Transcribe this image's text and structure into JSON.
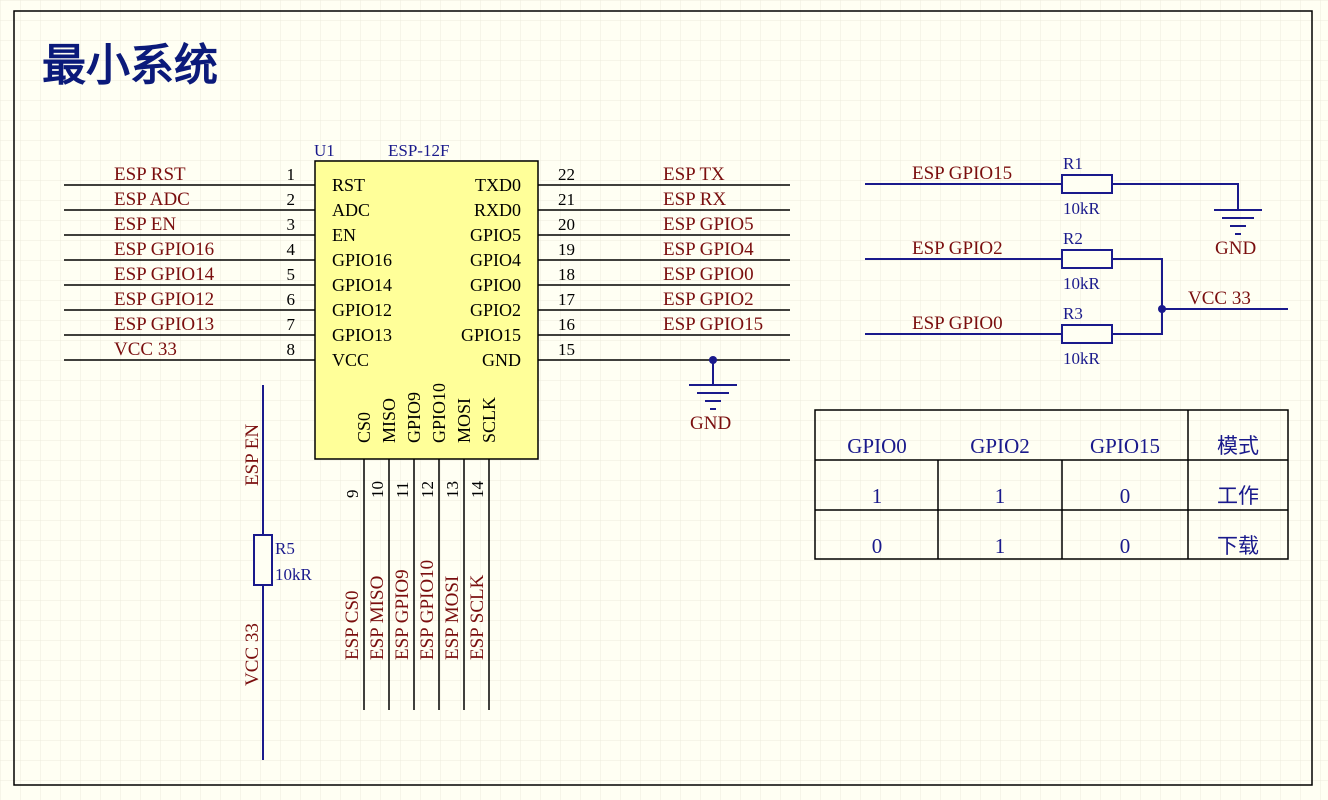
{
  "title": "最小系统",
  "chip": {
    "designator": "U1",
    "part": "ESP-12F",
    "left_pins": [
      {
        "num": "1",
        "name": "RST",
        "net": "ESP_RST"
      },
      {
        "num": "2",
        "name": "ADC",
        "net": "ESP_ADC"
      },
      {
        "num": "3",
        "name": "EN",
        "net": "ESP_EN"
      },
      {
        "num": "4",
        "name": "GPIO16",
        "net": "ESP_GPIO16"
      },
      {
        "num": "5",
        "name": "GPIO14",
        "net": "ESP_GPIO14"
      },
      {
        "num": "6",
        "name": "GPIO12",
        "net": "ESP_GPIO12"
      },
      {
        "num": "7",
        "name": "GPIO13",
        "net": "ESP_GPIO13"
      },
      {
        "num": "8",
        "name": "VCC",
        "net": "VCC_33"
      }
    ],
    "right_pins": [
      {
        "num": "22",
        "name": "TXD0",
        "net": "ESP_TX"
      },
      {
        "num": "21",
        "name": "RXD0",
        "net": "ESP_RX"
      },
      {
        "num": "20",
        "name": "GPIO5",
        "net": "ESP_GPIO5"
      },
      {
        "num": "19",
        "name": "GPIO4",
        "net": "ESP_GPIO4"
      },
      {
        "num": "18",
        "name": "GPIO0",
        "net": "ESP_GPIO0"
      },
      {
        "num": "17",
        "name": "GPIO2",
        "net": "ESP_GPIO2"
      },
      {
        "num": "16",
        "name": "GPIO15",
        "net": "ESP_GPIO15"
      },
      {
        "num": "15",
        "name": "GND",
        "net": ""
      }
    ],
    "bottom_pins": [
      {
        "num": "9",
        "name": "CS0",
        "net": "ESP_CS0"
      },
      {
        "num": "10",
        "name": "MISO",
        "net": "ESP_MISO"
      },
      {
        "num": "11",
        "name": "GPIO9",
        "net": "ESP_GPIO9"
      },
      {
        "num": "12",
        "name": "GPIO10",
        "net": "ESP_GPIO10"
      },
      {
        "num": "13",
        "name": "MOSI",
        "net": "ESP_MOSI"
      },
      {
        "num": "14",
        "name": "SCLK",
        "net": "ESP_SCLK"
      }
    ]
  },
  "gnd_label": "GND",
  "resistors": [
    {
      "ref": "R1",
      "value": "10kR",
      "net": "ESP_GPIO15"
    },
    {
      "ref": "R2",
      "value": "10kR",
      "net": "ESP_GPIO2"
    },
    {
      "ref": "R3",
      "value": "10kR",
      "net": "ESP_GPIO0"
    },
    {
      "ref": "R5",
      "value": "10kR",
      "net_top": "ESP_EN",
      "net_bottom": "VCC_33"
    }
  ],
  "pullup_net": "VCC_33",
  "mode_table": {
    "headers": [
      "GPIO0",
      "GPIO2",
      "GPIO15",
      "模式"
    ],
    "rows": [
      [
        "1",
        "1",
        "0",
        "工作"
      ],
      [
        "0",
        "1",
        "0",
        "下载"
      ]
    ]
  },
  "colors": {
    "background": "#fffff3",
    "wire": "#1a1a8c",
    "net_label": "#7a0e0e",
    "chip_fill": "#ffff99",
    "title": "#0b1a7a"
  }
}
